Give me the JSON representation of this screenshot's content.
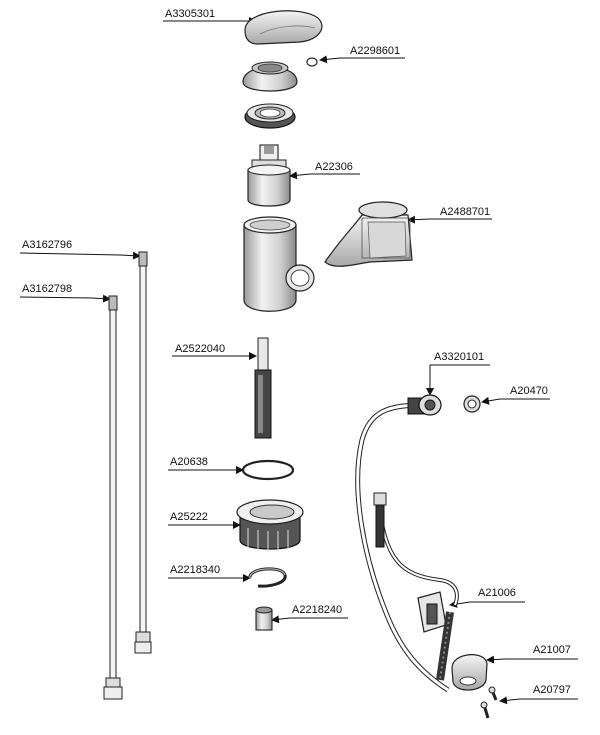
{
  "parts": {
    "A3305301": "A3305301",
    "A2298601": "A2298601",
    "A22306": "A22306",
    "A2488701": "A2488701",
    "A3162796": "A3162796",
    "A3162798": "A3162798",
    "A2522040": "A2522040",
    "A3320101": "A3320101",
    "A20470": "A20470",
    "A20638": "A20638",
    "A25222": "A25222",
    "A21006": "A21006",
    "A2218340": "A2218340",
    "A2218240": "A2218240",
    "A21007": "A21007",
    "A20797": "A20797"
  }
}
